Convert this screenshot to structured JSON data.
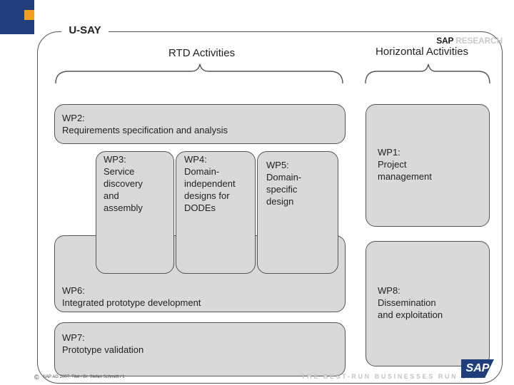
{
  "header": {
    "title": "U-SAY",
    "logo_brand": "SAP",
    "logo_suffix": "RESEARCH"
  },
  "diagram": {
    "rtd_heading": "RTD Activities",
    "horizontal_heading": "Horizontal Activities",
    "wp2": "WP2:\nRequirements specification and analysis",
    "wp3": "WP3:\nService\ndiscovery\nand\nassembly",
    "wp4": "WP4:\nDomain-\nindependent\ndesigns for\nDODEs",
    "wp5": "WP5:\nDomain-\nspecific\ndesign",
    "wp6": "WP6:\nIntegrated prototype development",
    "wp7": "WP7:\nPrototype validation",
    "wp1": "WP1:\nProject\nmanagement",
    "wp8": "WP8:\nDissemination\nand exploitation"
  },
  "footer": {
    "copyright": "©",
    "left_text": "SAP AG 2007, Titel / Dr. Stefan Schmidt / 1",
    "tagline": "THE BEST-RUN BUSINESSES RUN SAP",
    "logo": "SAP"
  },
  "colors": {
    "box_fill": "#d9d9d9",
    "brand_blue": "#1f3e7a",
    "brand_orange": "#f0a020"
  }
}
